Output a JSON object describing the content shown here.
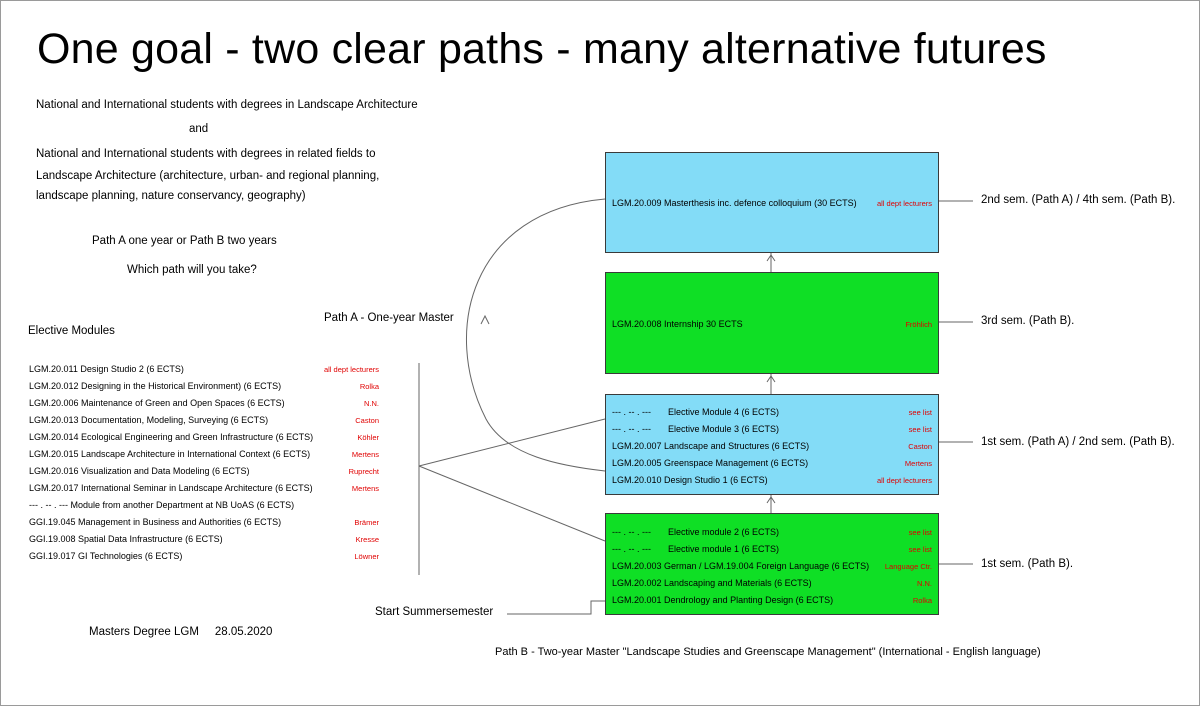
{
  "title": "One goal - two clear paths - many alternative futures",
  "intro": {
    "line1": "National and International students with degrees in Landscape Architecture",
    "and": "and",
    "line2": "National and International students with degrees in related fields to",
    "line3": "Landscape Architecture (architecture, urban- and regional planning,",
    "line4": "landscape planning, nature conservancy, geography)",
    "paths": "Path A one year or Path B two years",
    "question": "Which path will you take?"
  },
  "elective": {
    "heading": "Elective Modules",
    "items": [
      {
        "code": "LGM.20.011 Design Studio 2 (6 ECTS)",
        "lecturer": "all dept lecturers"
      },
      {
        "code": "LGM.20.012 Designing in the Historical Environment) (6 ECTS)",
        "lecturer": "Rolka"
      },
      {
        "code": "LGM.20.006 Maintenance of Green and Open Spaces (6 ECTS)",
        "lecturer": "N.N."
      },
      {
        "code": "LGM.20.013 Documentation, Modeling, Surveying (6 ECTS)",
        "lecturer": "Caston"
      },
      {
        "code": "LGM.20.014 Ecological Engineering and Green Infrastructure (6 ECTS)",
        "lecturer": "Köhler"
      },
      {
        "code": "LGM.20.015 Landscape Architecture in International Context (6 ECTS)",
        "lecturer": "Mertens"
      },
      {
        "code": "LGM.20.016 Visualization and Data Modeling (6 ECTS)",
        "lecturer": "Ruprecht"
      },
      {
        "code": "LGM.20.017 International Seminar in Landscape Architecture (6 ECTS)",
        "lecturer": "Mertens"
      },
      {
        "code": "--- . -- . ---   Module from another Department at NB UoAS (6 ECTS)",
        "lecturer": ""
      },
      {
        "code": "GGI.19.045 Management in Business and Authorities (6 ECTS)",
        "lecturer": "Brämer"
      },
      {
        "code": "GGI.19.008 Spatial Data Infrastructure (6 ECTS)",
        "lecturer": "Kresse"
      },
      {
        "code": "GGI.19.017 GI Technologies (6 ECTS)",
        "lecturer": "Löwner"
      }
    ]
  },
  "labels": {
    "path_a": "Path A - One-year Master",
    "start": "Start Summersemester",
    "degree": "Masters Degree LGM     28.05.2020",
    "path_b": "Path B - Two-year  Master \"Landscape Studies and Greenscape Management\" (International - English language)"
  },
  "boxes": {
    "thesis": {
      "code": "LGM.20.009 Masterthesis inc. defence colloquium (30 ECTS)",
      "lecturer": "all dept lecturers",
      "semester": "2nd sem. (Path A) / 4th sem. (Path B)."
    },
    "internship": {
      "code": "LGM.20.008 Internship 30 ECTS",
      "lecturer": "Fröhlich",
      "semester": "3rd sem. (Path B)."
    },
    "sem1a": {
      "semester": "1st sem. (Path A) / 2nd sem. (Path B).",
      "rows": [
        {
          "dash": "--- . -- . ---",
          "code": "Elective Module 4 (6 ECTS)",
          "lecturer": "see list"
        },
        {
          "dash": "--- . -- . ---",
          "code": "Elective Module 3 (6 ECTS)",
          "lecturer": "see list"
        },
        {
          "dash": "",
          "code": "LGM.20.007 Landscape and Structures (6 ECTS)",
          "lecturer": "Caston"
        },
        {
          "dash": "",
          "code": "LGM.20.005 Greenspace Management (6 ECTS)",
          "lecturer": "Mertens"
        },
        {
          "dash": "",
          "code": "LGM.20.010 Design Studio 1 (6 ECTS)",
          "lecturer": "all dept lecturers"
        }
      ]
    },
    "sem1b": {
      "semester": "1st sem. (Path B).",
      "rows": [
        {
          "dash": "--- . -- . ---",
          "code": "Elective module 2 (6 ECTS)",
          "lecturer": "see list"
        },
        {
          "dash": "--- . -- . ---",
          "code": "Elective module 1 (6 ECTS)",
          "lecturer": "see list"
        },
        {
          "dash": "",
          "code": "LGM.20.003 German / LGM.19.004 Foreign Language (6 ECTS)",
          "lecturer": "Language Ctr."
        },
        {
          "dash": "",
          "code": "LGM.20.002 Landscaping and Materials (6 ECTS)",
          "lecturer": "N.N."
        },
        {
          "dash": "",
          "code": "LGM.20.001 Dendrology and Planting Design (6 ECTS)",
          "lecturer": "Rolka"
        }
      ]
    }
  }
}
